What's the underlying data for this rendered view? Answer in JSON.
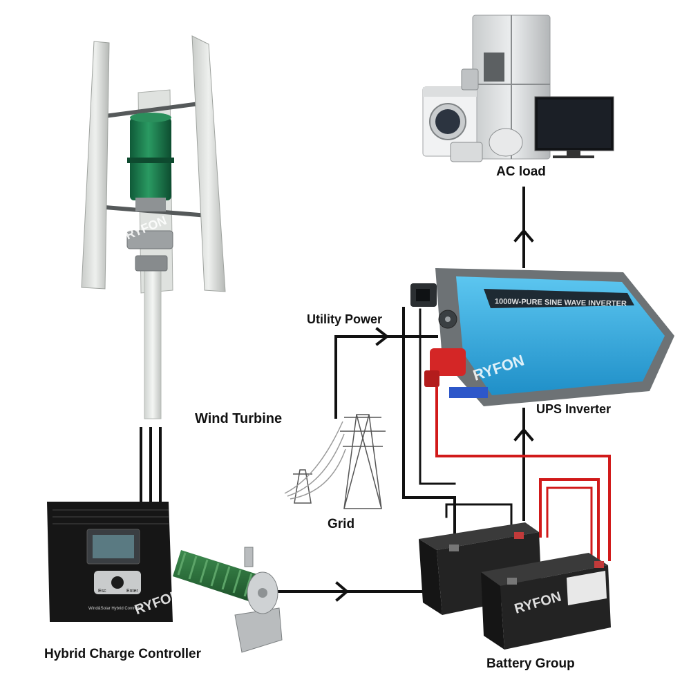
{
  "labels": {
    "ac_load": "AC load",
    "utility_power": "Utility Power",
    "wind_turbine": "Wind Turbine",
    "ups_inverter": "UPS Inverter",
    "grid": "Grid",
    "hybrid_controller": "Hybrid Charge Controller",
    "battery_group": "Battery Group"
  },
  "device_text": {
    "inverter_title": "1000W-PURE SINE WAVE INVERTER",
    "controller_caption": "Wind&Solar Hybrid Controller",
    "esc_key": "Esc",
    "enter_key": "Enter"
  },
  "watermark": "RYFON",
  "colors": {
    "wire": "#111111",
    "battery_cable": "#d11a1a",
    "inverter_body": "#2aa7e0",
    "turbine_rotor": "#1e7a4e",
    "controller": "#161616",
    "battery": "#1f1f1f"
  }
}
